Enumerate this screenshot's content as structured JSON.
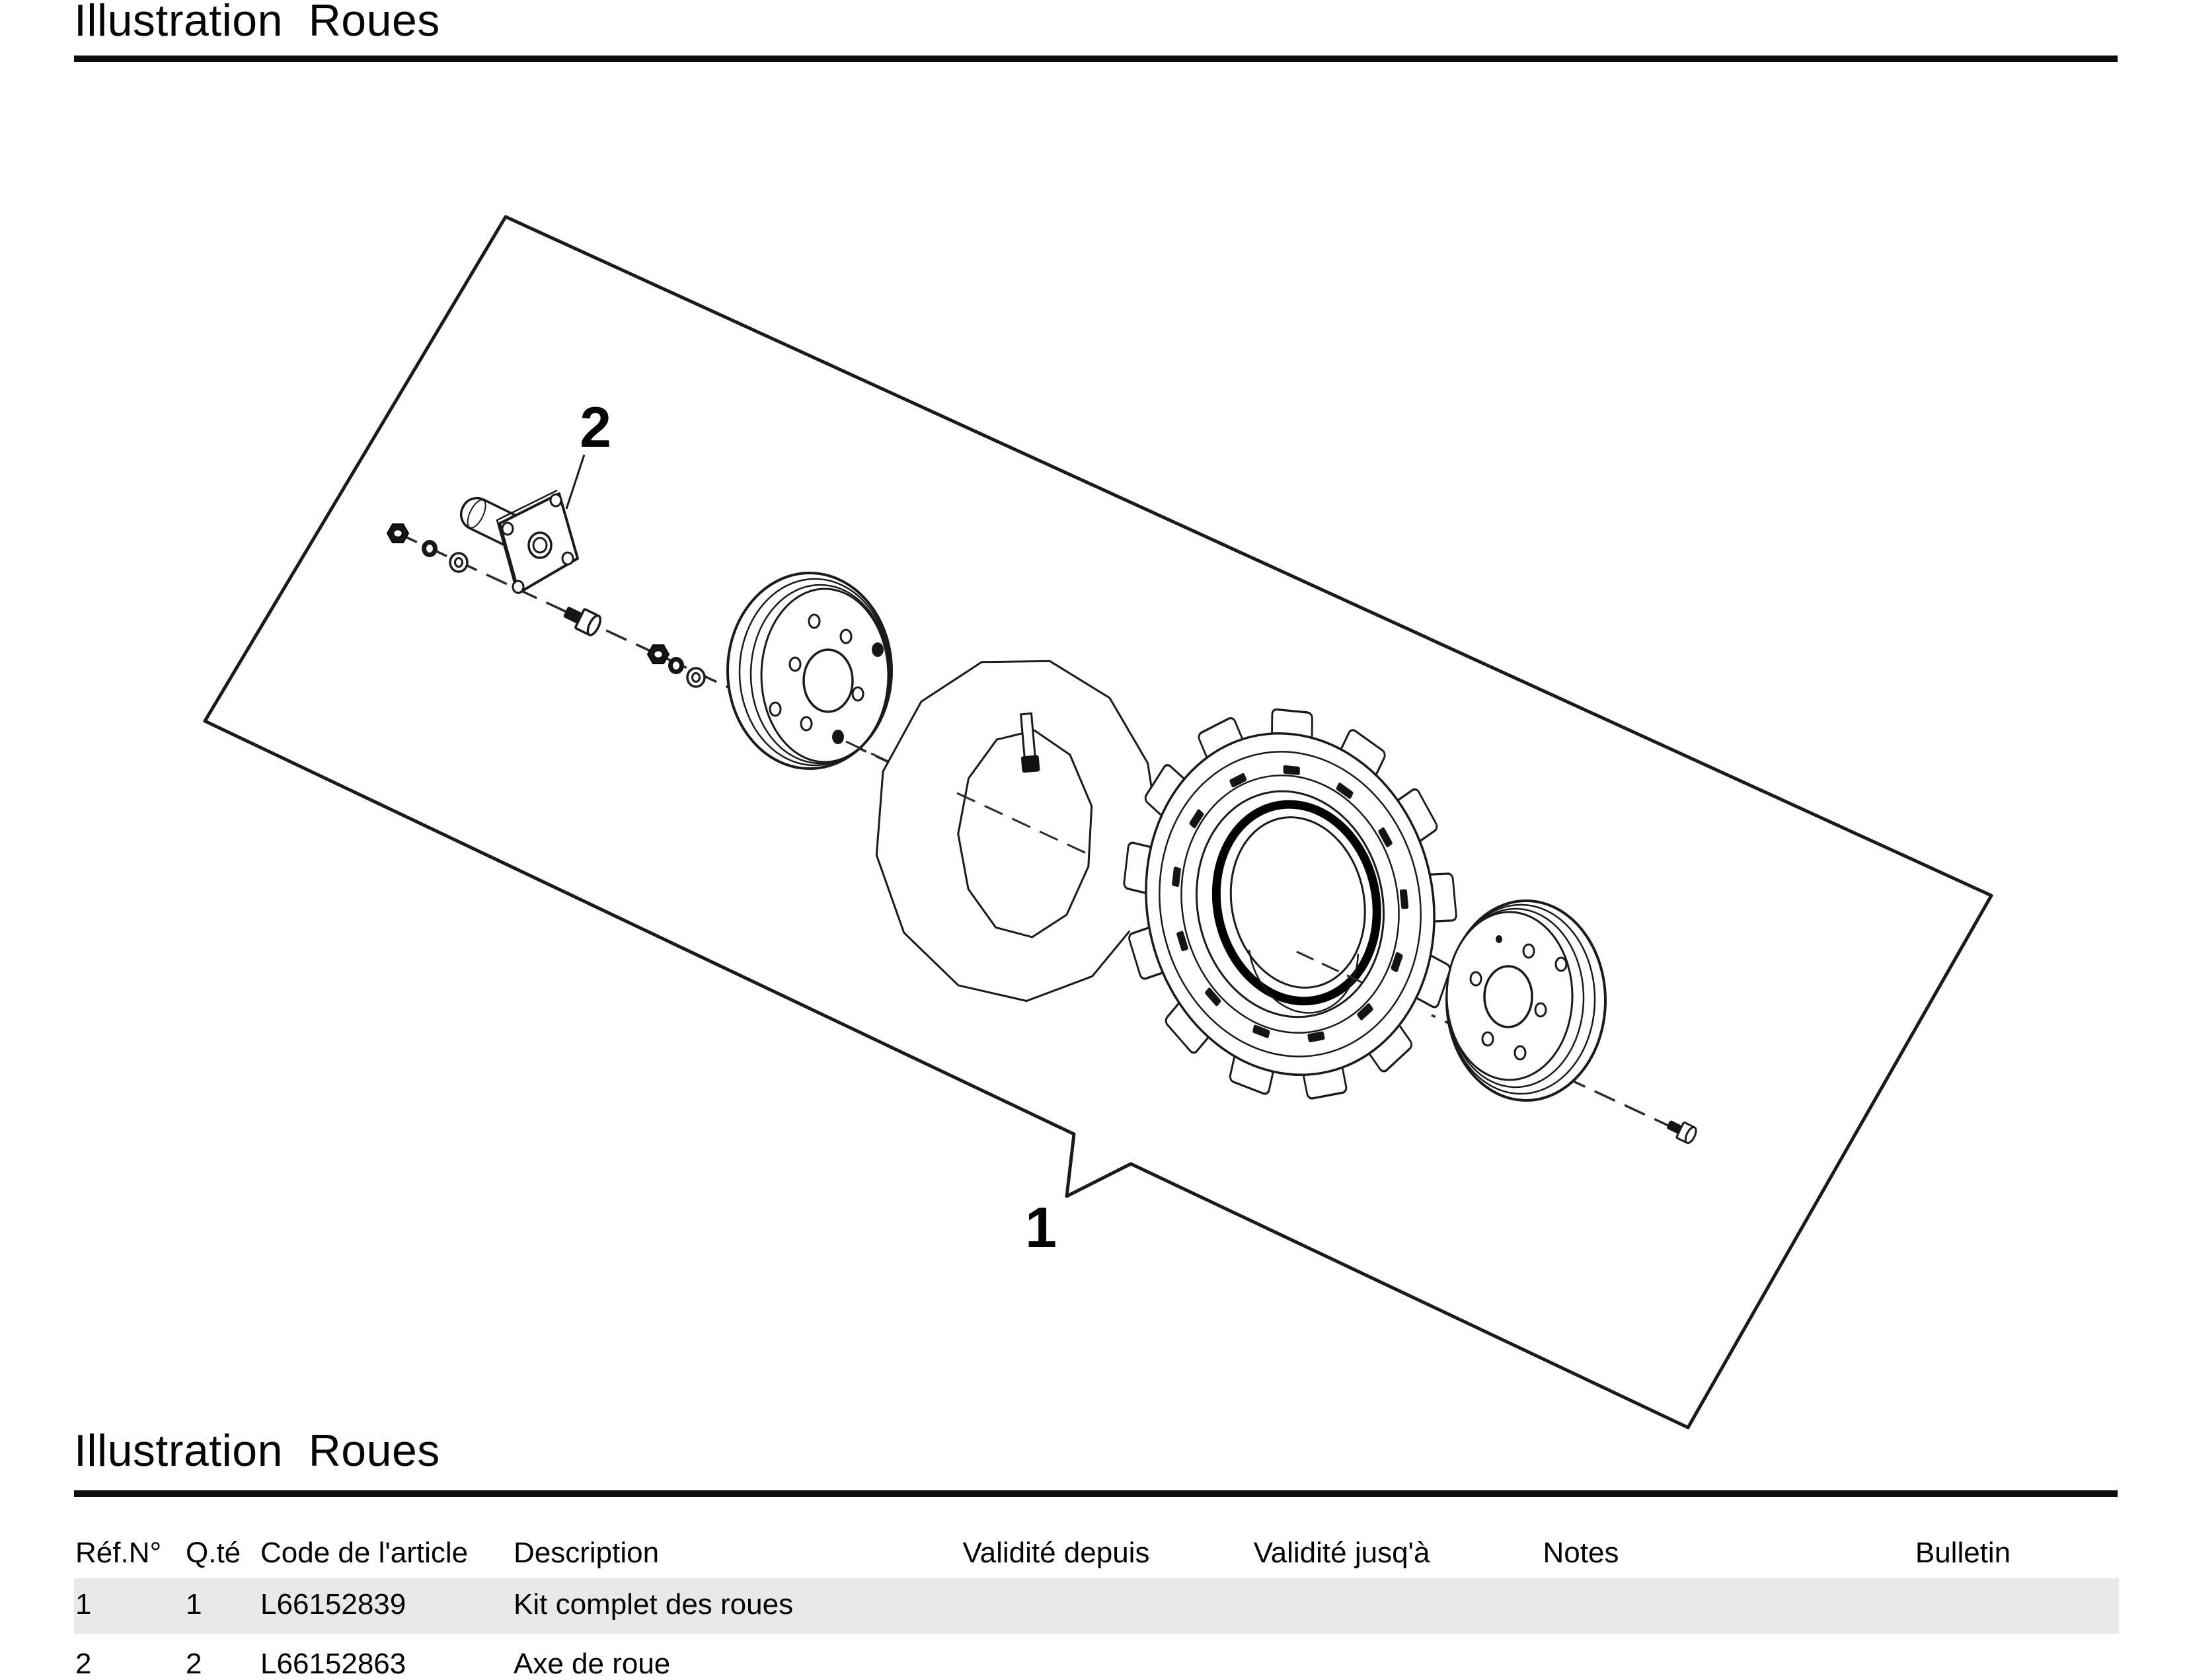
{
  "page": {
    "title_top": "Illustration  Roues",
    "title_bottom": "Illustration  Roues"
  },
  "diagram": {
    "callout_1": "1",
    "callout_2": "2"
  },
  "table": {
    "headers": [
      "Réf.N°",
      "Q.té",
      "Code de l'article",
      "Description",
      "Validité depuis",
      "Validité jusq'à",
      "Notes",
      "Bulletin"
    ],
    "rows": [
      {
        "ref": "1",
        "qty": "1",
        "code": "L66152839",
        "description": "Kit complet des roues",
        "validity_from": "",
        "validity_to": "",
        "notes": "",
        "bulletin": ""
      },
      {
        "ref": "2",
        "qty": "2",
        "code": "L66152863",
        "description": "Axe de roue",
        "validity_from": "",
        "validity_to": "",
        "notes": "",
        "bulletin": ""
      }
    ]
  },
  "colors": {
    "ink": "#0d0d0d",
    "row_alt": "#e9e9e9",
    "background": "#ffffff"
  }
}
